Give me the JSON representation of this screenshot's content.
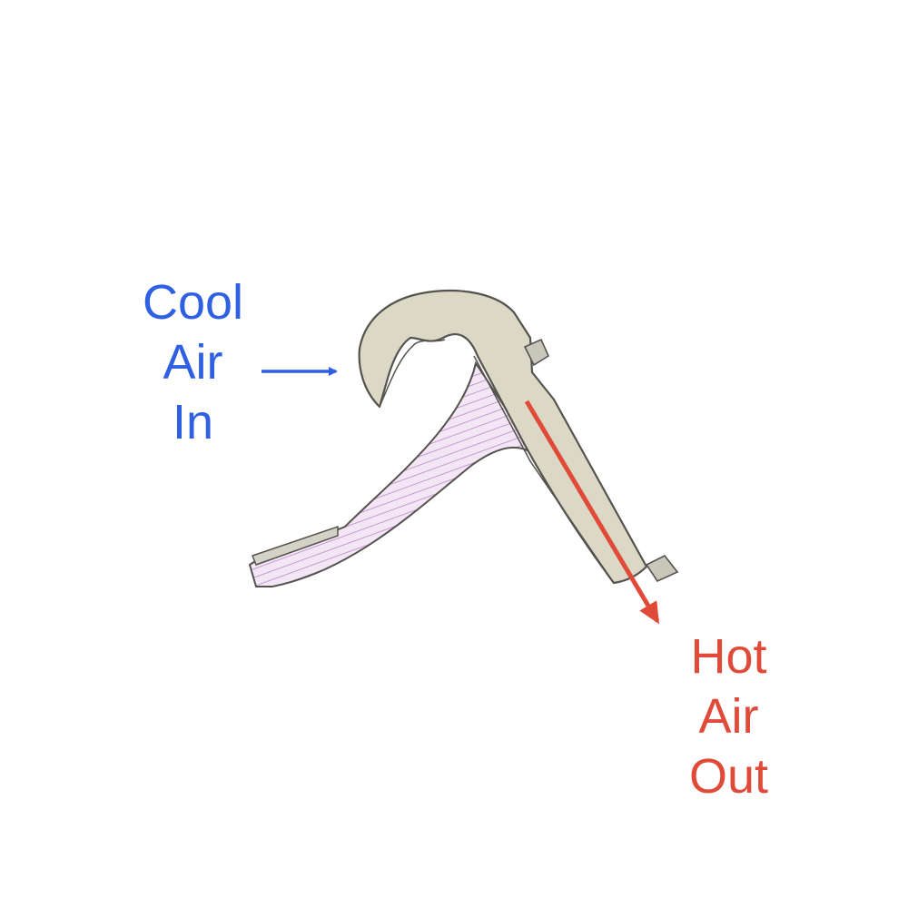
{
  "labels": {
    "cool_air_in": [
      "Cool",
      "Air",
      "In"
    ],
    "hot_air_out": [
      "Hot",
      "Air",
      "Out"
    ]
  },
  "colors": {
    "cool": "#2f5fe3",
    "hot": "#e04a38",
    "part_fill": "#dcd8c6",
    "part_outline": "#55534d",
    "hatch_fill": "#f3e6f5",
    "hatch_line": "#b57cc4"
  },
  "icons": {
    "inlet_arrow": "arrow-right-icon",
    "outlet_arrow": "arrow-down-right-icon"
  }
}
